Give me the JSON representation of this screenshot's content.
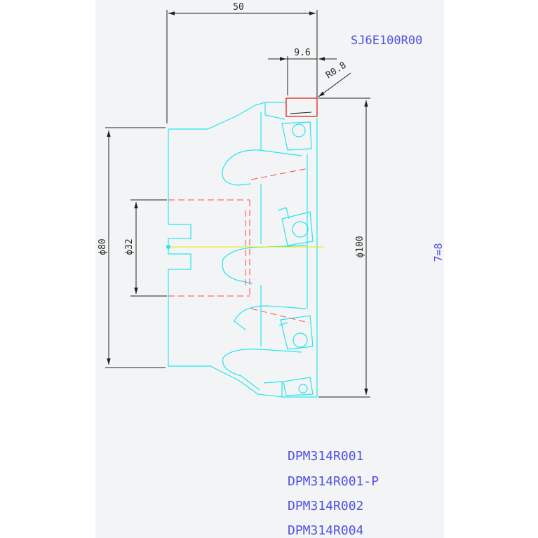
{
  "drawing": {
    "model_code": "SJ6E100R00",
    "insert_count": "7=8",
    "dimensions": {
      "length": "50",
      "insert_width": "9.6",
      "corner_radius": "R0.8",
      "body_diameter": "ϕ80",
      "bore_diameter": "ϕ32",
      "cutting_diameter": "ϕ100"
    },
    "insert_parts": [
      "DPM314R001",
      "DPM314R001-P",
      "DPM314R002",
      "DPM314R004"
    ]
  },
  "colors": {
    "background": "#f3f4f5",
    "outline": "#26e6ee",
    "hidden_lines": "#ff4a4a",
    "insert_highlight": "#e02020",
    "dimension_lines": "#1f1f1f",
    "label_text": "#4f52e6",
    "centerline": "#e8e400"
  }
}
